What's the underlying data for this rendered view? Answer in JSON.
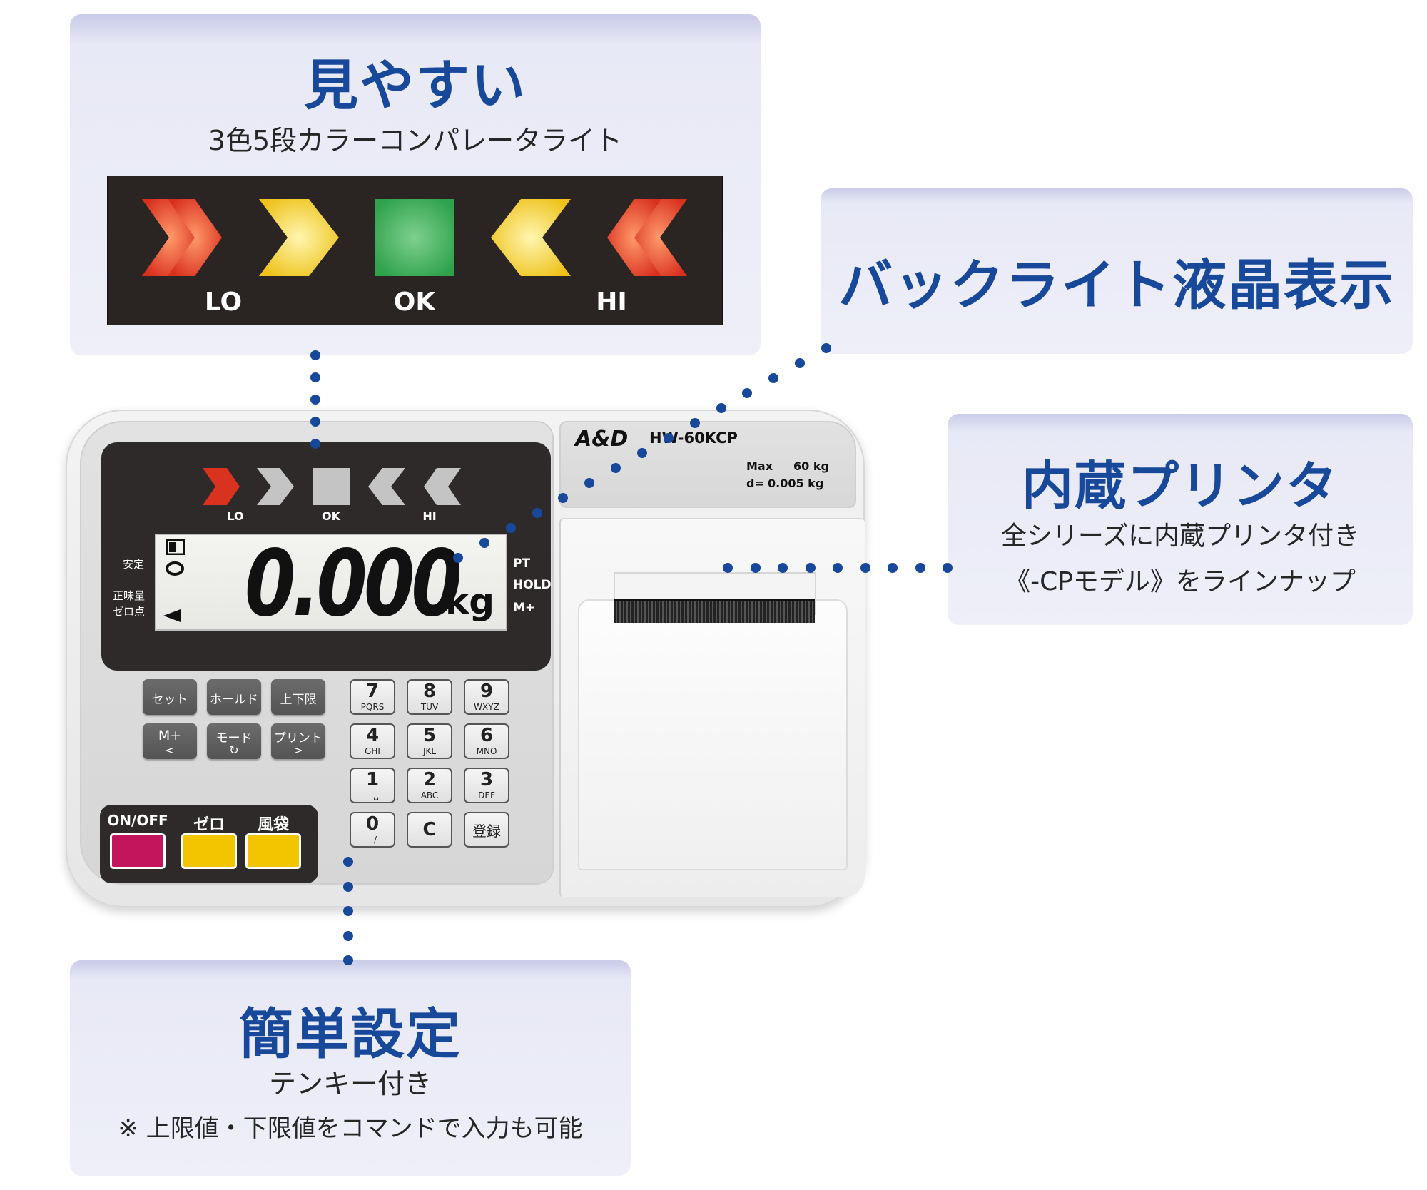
{
  "colors": {
    "accent_blue": "#17489a",
    "panel_bg": "#eeeff9",
    "lamp_red": "#e0402a",
    "lamp_yellow": "#f2cf1d",
    "lamp_green": "#39b55a",
    "key_magenta": "#c2155c",
    "key_yellow": "#f2c500"
  },
  "feature_visibility": {
    "title": "見やすい",
    "subtitle": "3色5段カラーコンパレータライト",
    "labels": [
      "LO",
      "OK",
      "HI"
    ]
  },
  "feature_backlight": {
    "title": "バックライト液晶表示"
  },
  "feature_printer": {
    "title": "内蔵プリンタ",
    "line1": "全シリーズに内蔵プリンタ付き",
    "line2": "《-CPモデル》をラインナップ"
  },
  "feature_easy": {
    "title": "簡単設定",
    "line1": "テンキー付き",
    "line2": "※ 上限値・下限値をコマンドで入力も可能"
  },
  "device": {
    "brand": "A&D",
    "model": "HW-60KCP",
    "max_label": "Max",
    "max_value": "60 kg",
    "d_label": "d=",
    "d_value": "0.005 kg",
    "comparator_labels": [
      "LO",
      "OK",
      "HI"
    ],
    "lcd_value": "0.000",
    "lcd_unit": "kg",
    "lcd_left_labels": [
      "安定",
      "正味量",
      "ゼロ点"
    ],
    "lcd_right_labels": [
      "PT",
      "HOLD",
      "M+"
    ],
    "function_keys": [
      {
        "main": "セット",
        "sub": ""
      },
      {
        "main": "ホールド",
        "sub": ""
      },
      {
        "main": "上下限",
        "sub": ""
      },
      {
        "main": "M+",
        "sub": "<"
      },
      {
        "main": "モード",
        "sub": "↻"
      },
      {
        "main": "プリント",
        "sub": ">"
      }
    ],
    "numpad": [
      {
        "d": "7",
        "t": "PQRS"
      },
      {
        "d": "8",
        "t": "TUV"
      },
      {
        "d": "9",
        "t": "WXYZ"
      },
      {
        "d": "4",
        "t": "GHI"
      },
      {
        "d": "5",
        "t": "JKL"
      },
      {
        "d": "6",
        "t": "MNO"
      },
      {
        "d": "1",
        "t": "_ ␣"
      },
      {
        "d": "2",
        "t": "ABC"
      },
      {
        "d": "3",
        "t": "DEF"
      },
      {
        "d": "0",
        "t": "- /"
      },
      {
        "d": "C",
        "t": ""
      },
      {
        "d": "登録",
        "t": ""
      }
    ],
    "power_keys": [
      "ON/OFF",
      "ゼロ",
      "風袋"
    ]
  }
}
